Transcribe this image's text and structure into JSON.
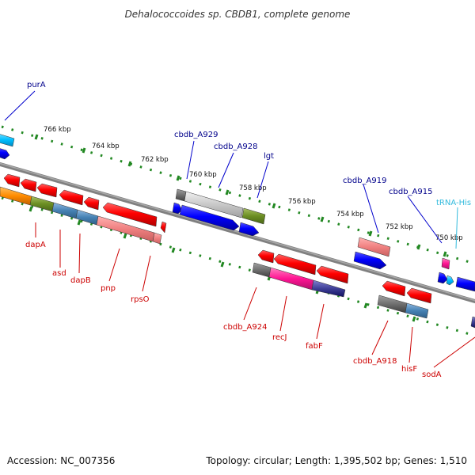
{
  "title": "Dehalococcoides sp. CBDB1, complete genome",
  "footer": {
    "accession": "Accession: NC_007356",
    "summary": "Topology: circular; Length: 1,395,502 bp; Genes: 1,510"
  },
  "colors": {
    "forward_label": "#00008b",
    "reverse_label": "#cc0000",
    "trna_label": "#33bbdd",
    "tick": "#228822",
    "backbone": "#808080"
  },
  "scale": {
    "ticks": [
      {
        "label": "766 kbp"
      },
      {
        "label": "764 kbp"
      },
      {
        "label": "762 kbp"
      },
      {
        "label": "760 kbp"
      },
      {
        "label": "758 kbp"
      },
      {
        "label": "756 kbp"
      },
      {
        "label": "754 kbp"
      },
      {
        "label": "752 kbp"
      },
      {
        "label": "750 kbp"
      }
    ]
  },
  "labels": {
    "forward": [
      {
        "text": "purA"
      },
      {
        "text": "cbdb_A929"
      },
      {
        "text": "cbdb_A928"
      },
      {
        "text": "lgt"
      },
      {
        "text": "cbdb_A919"
      },
      {
        "text": "cbdb_A915"
      }
    ],
    "trna": [
      {
        "text": "tRNA-His"
      }
    ],
    "reverse": [
      {
        "text": "dapA"
      },
      {
        "text": "asd"
      },
      {
        "text": "dapB"
      },
      {
        "text": "pnp"
      },
      {
        "text": "rpsO"
      },
      {
        "text": "cbdb_A924"
      },
      {
        "text": "recJ"
      },
      {
        "text": "fabF"
      },
      {
        "text": "cbdb_A918"
      },
      {
        "text": "hisF"
      },
      {
        "text": "sodA"
      }
    ]
  }
}
